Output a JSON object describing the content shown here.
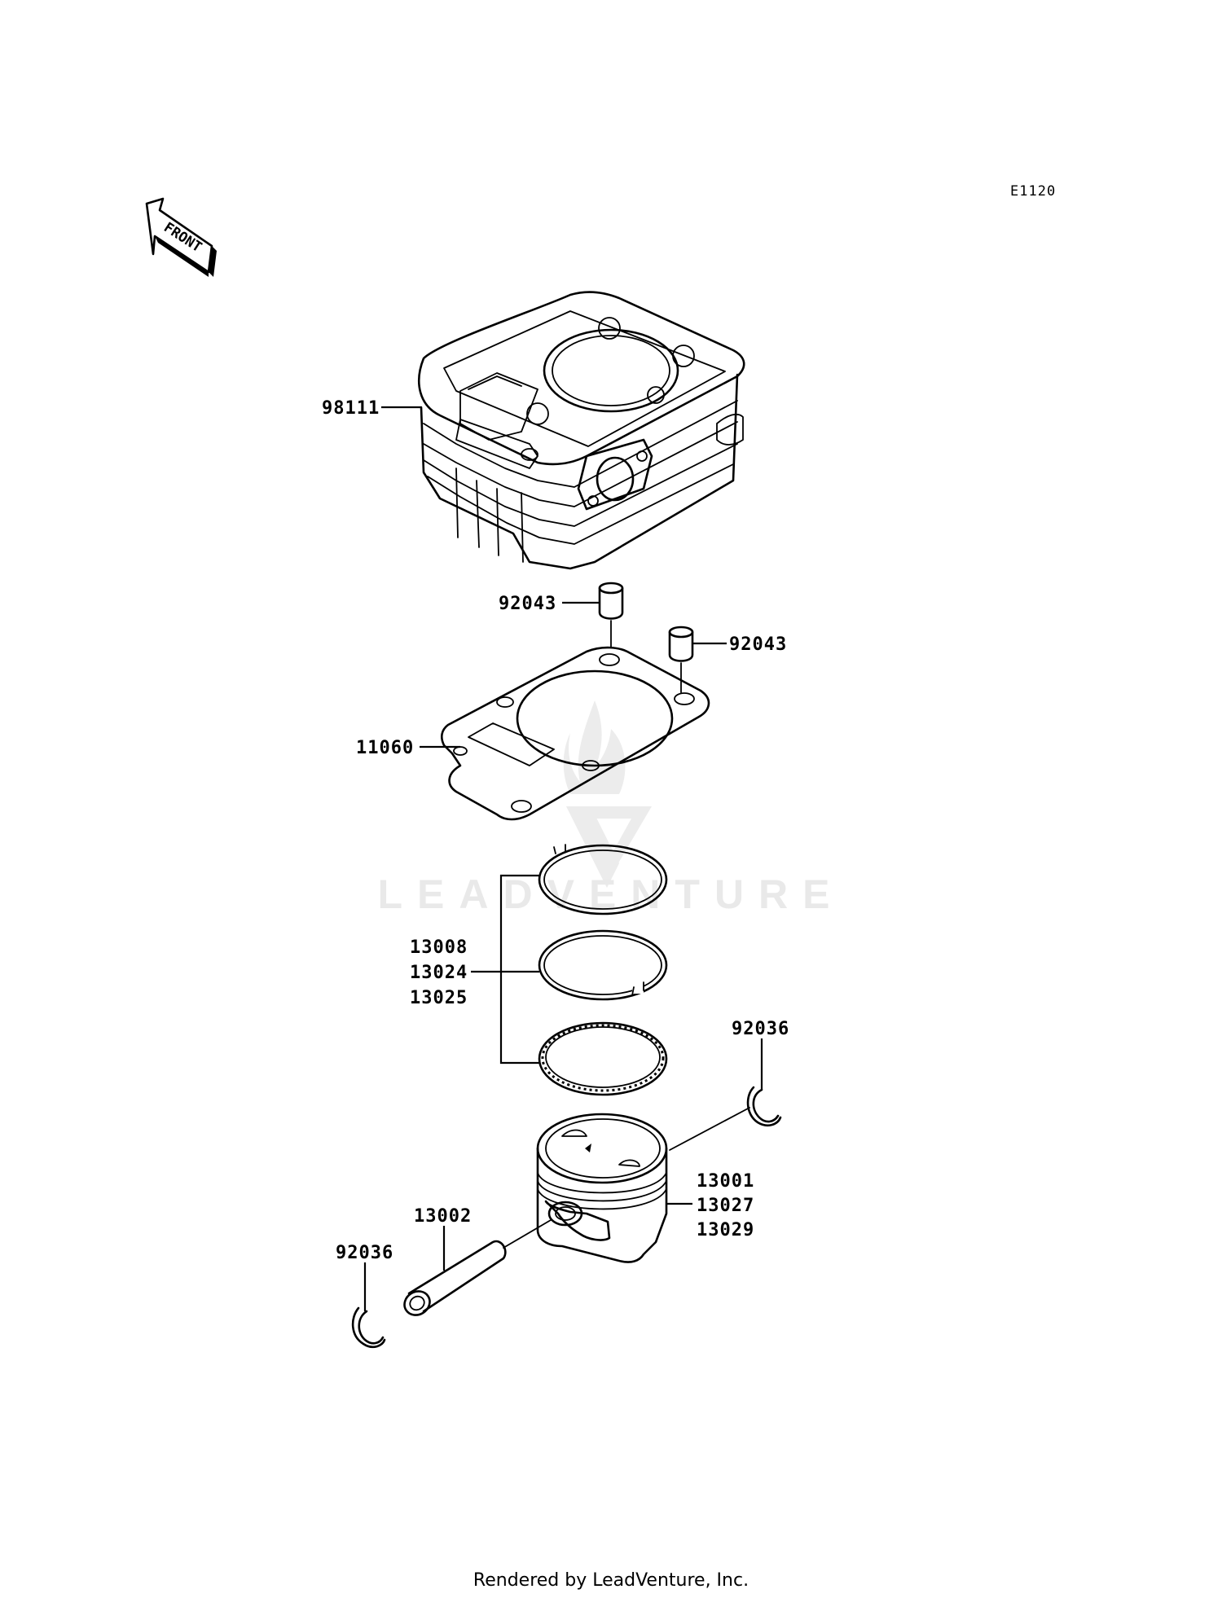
{
  "diagram": {
    "code": "E1120",
    "front_label": "FRONT",
    "watermark": "LEADVENTURE",
    "parts": {
      "cylinder": "98111",
      "dowel_left": "92043",
      "dowel_right": "92043",
      "gasket": "11060",
      "rings": [
        "13008",
        "13024",
        "13025"
      ],
      "clip_right": "92036",
      "piston": [
        "13001",
        "13027",
        "13029"
      ],
      "pin": "13002",
      "clip_left": "92036"
    }
  },
  "footer": {
    "text": "Rendered by LeadVenture, Inc."
  }
}
